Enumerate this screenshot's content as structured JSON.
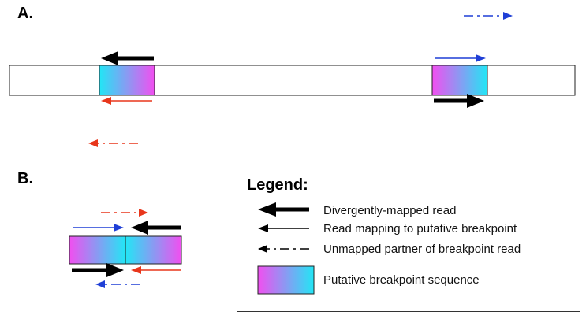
{
  "panels": {
    "a_label": "A.",
    "b_label": "B."
  },
  "legend": {
    "title": "Legend:",
    "items": [
      {
        "label": "Divergently-mapped read",
        "icon": "thick-arrow-left-icon"
      },
      {
        "label": "Read mapping to putative breakpoint",
        "icon": "thin-arrow-left-icon"
      },
      {
        "label": "Unmapped partner of breakpoint read",
        "icon": "dashdot-arrow-left-icon"
      },
      {
        "label": "Putative breakpoint sequence",
        "icon": "gradient-swatch-icon"
      }
    ]
  },
  "colors": {
    "thick_arrow": "#000000",
    "blue_arrow": "#1f3fd6",
    "red_arrow": "#e8361b",
    "gradient_magenta": "#f14ff0",
    "gradient_cyan": "#22e6f5",
    "outline": "#222222"
  }
}
